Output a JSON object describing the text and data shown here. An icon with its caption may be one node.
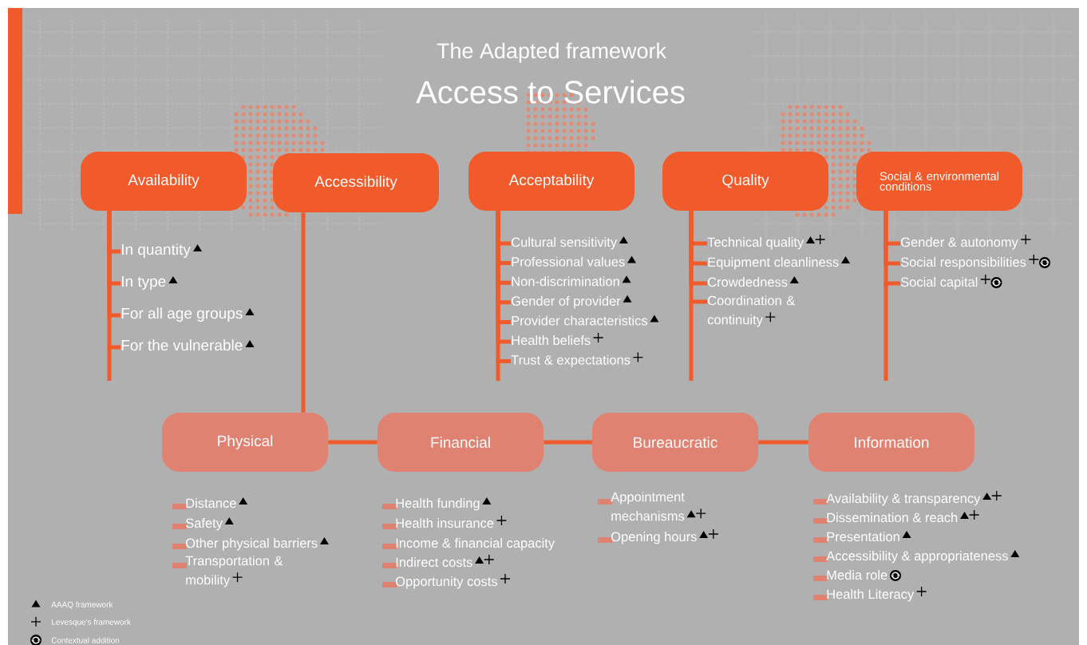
{
  "diagram": {
    "title": "Access to Services",
    "nodes": [
      {
        "text": [
          "Availability"
        ]
      },
      {
        "text": [
          "Accessibility"
        ]
      },
      {
        "text": [
          "Acceptability"
        ]
      },
      {
        "text": [
          "Quality"
        ]
      },
      {
        "text": [
          "Social & environmental conditions"
        ]
      },
      {
        "text": [
          "Physical"
        ]
      },
      {
        "text": [
          "Financial"
        ]
      },
      {
        "text": [
          "Bureaucratic"
        ]
      },
      {
        "text": [
          "Information"
        ]
      },
      {
        "text": [
          "In quantity"
        ]
      },
      {
        "text": [
          "In type"
        ]
      },
      {
        "text": [
          "For all age groups"
        ]
      },
      {
        "text": [
          "For the vulnerable"
        ]
      },
      {
        "text": [
          "Cultural sensitivity"
        ]
      },
      {
        "text": [
          "Professional values"
        ]
      },
      {
        "text": [
          "Non-discrimination"
        ]
      },
      {
        "text": [
          "Gender of provider"
        ]
      },
      {
        "text": [
          "Provider characteristics"
        ]
      },
      {
        "text": [
          "Health beliefs"
        ]
      },
      {
        "text": [
          "Trust & expectations"
        ]
      },
      {
        "text": [
          "Technical quality"
        ]
      },
      {
        "text": [
          "Equipment cleanliness"
        ]
      },
      {
        "text": [
          "Crowdedness"
        ]
      },
      {
        "text": [
          "Coordination & continuity"
        ]
      },
      {
        "text": [
          "Gender & autonomy"
        ]
      },
      {
        "text": [
          "Social responsibilities"
        ]
      },
      {
        "text": [
          "Social capital"
        ]
      },
      {
        "text": [
          "Distance"
        ]
      },
      {
        "text": [
          "Safety"
        ]
      },
      {
        "text": [
          "Other physical barriers"
        ]
      },
      {
        "text": [
          "Transportation & mobility"
        ]
      },
      {
        "text": [
          "Health funding"
        ]
      },
      {
        "text": [
          "Health insurance"
        ]
      },
      {
        "text": [
          "Income & financial capacity"
        ]
      },
      {
        "text": [
          "Indirect costs"
        ]
      },
      {
        "text": [
          "Opportunity costs"
        ]
      },
      {
        "text": [
          "Appointment mechanisms"
        ]
      },
      {
        "text": [
          "Opening hours"
        ]
      },
      {
        "text": [
          "Availability & transparency"
        ]
      },
      {
        "text": [
          "Dissemination & reach"
        ]
      },
      {
        "text": [
          "Presentation"
        ]
      },
      {
        "text": [
          "Accessibility & appropriateness"
        ]
      },
      {
        "text": [
          "Media role"
        ]
      },
      {
        "text": [
          "Health Literacy"
        ]
      }
    ],
    "edges": [
      {
        "from": 1,
        "to": 5,
        "arrow": "none"
      },
      {
        "from": 5,
        "to": 6,
        "arrow": "none"
      },
      {
        "from": 6,
        "to": 7,
        "arrow": "none"
      },
      {
        "from": 7,
        "to": 8,
        "arrow": "none"
      },
      {
        "from": 0,
        "to": 9,
        "arrow": "none"
      },
      {
        "from": 0,
        "to": 10,
        "arrow": "none"
      },
      {
        "from": 0,
        "to": 11,
        "arrow": "none"
      },
      {
        "from": 0,
        "to": 12,
        "arrow": "none"
      },
      {
        "from": 2,
        "to": 13,
        "arrow": "none"
      },
      {
        "from": 2,
        "to": 14,
        "arrow": "none"
      },
      {
        "from": 2,
        "to": 15,
        "arrow": "none"
      },
      {
        "from": 2,
        "to": 16,
        "arrow": "none"
      },
      {
        "from": 2,
        "to": 17,
        "arrow": "none"
      },
      {
        "from": 2,
        "to": 18,
        "arrow": "none"
      },
      {
        "from": 2,
        "to": 19,
        "arrow": "none"
      },
      {
        "from": 3,
        "to": 20,
        "arrow": "none"
      },
      {
        "from": 3,
        "to": 21,
        "arrow": "none"
      },
      {
        "from": 3,
        "to": 22,
        "arrow": "none"
      },
      {
        "from": 3,
        "to": 23,
        "arrow": "none"
      },
      {
        "from": 4,
        "to": 24,
        "arrow": "none"
      },
      {
        "from": 4,
        "to": 25,
        "arrow": "none"
      },
      {
        "from": 4,
        "to": 26,
        "arrow": "none"
      }
    ],
    "labels": [
      "The Adapted framework"
    ],
    "legend": [
      {
        "text": "AAAQ framework"
      },
      {
        "text": "Levesque's framework"
      },
      {
        "text": "Contextual addition"
      }
    ]
  }
}
